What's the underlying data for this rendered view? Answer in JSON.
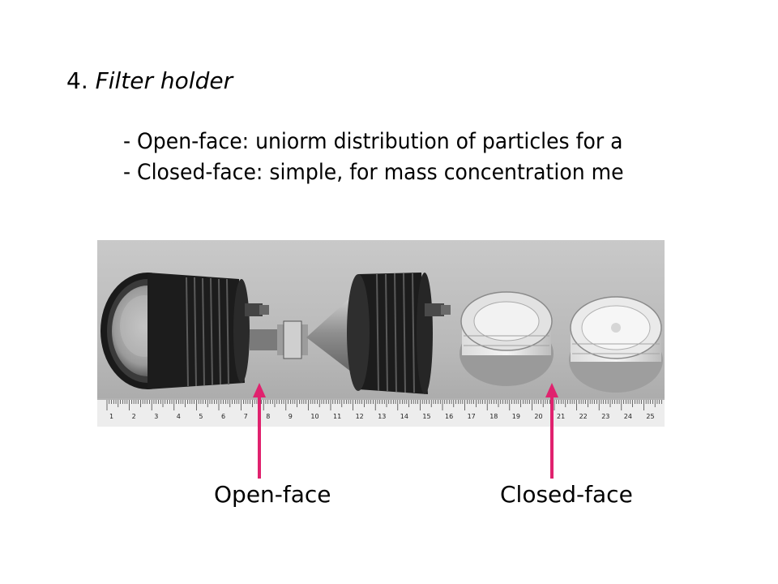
{
  "heading": {
    "number": "4.",
    "title": "Filter holder"
  },
  "bullets": [
    "- Open-face: uniorm distribution of particles for a",
    "- Closed-face: simple, for mass concentration me"
  ],
  "labels": {
    "open_face": "Open-face",
    "closed_face": "Closed-face"
  },
  "colors": {
    "arrow": "#e0226e",
    "text": "#000000",
    "background": "#ffffff"
  },
  "photo": {
    "ruler_ticks": [
      "1",
      "2",
      "3",
      "4",
      "5",
      "6",
      "7",
      "8",
      "9",
      "10",
      "11",
      "12",
      "13",
      "14",
      "15",
      "16",
      "17",
      "18",
      "19",
      "20",
      "21",
      "22",
      "23",
      "24",
      "25"
    ]
  }
}
